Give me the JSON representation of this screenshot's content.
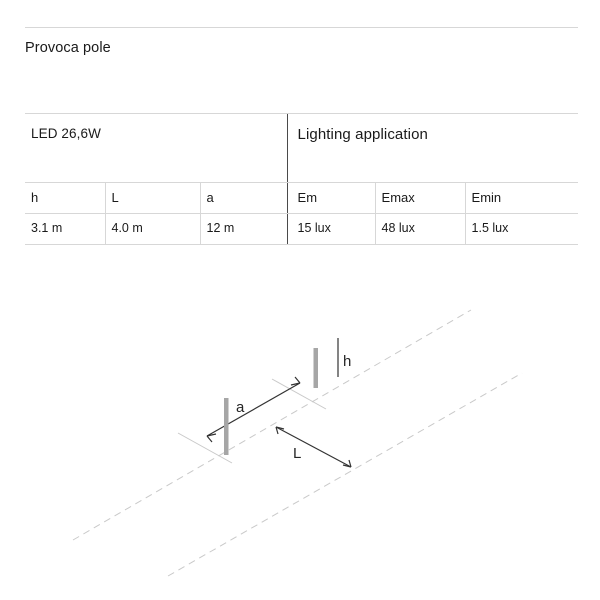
{
  "page": {
    "title": "Provoca pole"
  },
  "table": {
    "group_headers": [
      {
        "label": "LED 26,6W"
      },
      {
        "label": "Lighting application"
      }
    ],
    "columns": [
      "h",
      "L",
      "a",
      "Em",
      "Emax",
      "Emin"
    ],
    "values": [
      "3.1 m",
      "4.0 m",
      "12 m",
      "15 lux",
      "48 lux",
      "1.5 lux"
    ]
  },
  "diagram": {
    "labels": {
      "height": "h",
      "spacing": "L",
      "distance": "a"
    },
    "colors": {
      "pole": "#a6a6a6",
      "road_line": "#c9c9c9",
      "dimension_line": "#333333"
    }
  }
}
